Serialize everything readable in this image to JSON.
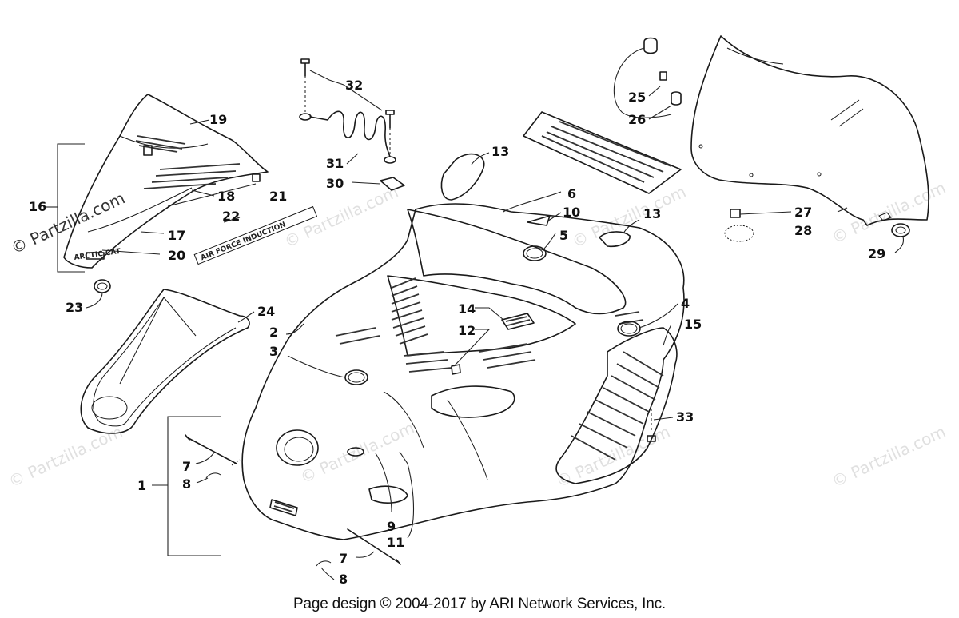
{
  "callouts": {
    "c1": "1",
    "c2": "2",
    "c3": "3",
    "c4": "4",
    "c5": "5",
    "c6": "6",
    "c7a": "7",
    "c7b": "7",
    "c8a": "8",
    "c8b": "8",
    "c9": "9",
    "c10": "10",
    "c11": "11",
    "c12": "12",
    "c13a": "13",
    "c13b": "13",
    "c14": "14",
    "c15": "15",
    "c16": "16",
    "c17": "17",
    "c18": "18",
    "c19": "19",
    "c20": "20",
    "c21": "21",
    "c22": "22",
    "c23": "23",
    "c24": "24",
    "c25": "25",
    "c26": "26",
    "c27": "27",
    "c28": "28",
    "c29": "29",
    "c30": "30",
    "c31": "31",
    "c32": "32",
    "c33": "33"
  },
  "decals": {
    "arctic_cat": "ARCTIC CAT",
    "air_force_induction": "AIR FORCE INDUCTION"
  },
  "watermark": "© Partzilla.com",
  "footer": "Page design © 2004-2017 by ARI Network Services, Inc."
}
